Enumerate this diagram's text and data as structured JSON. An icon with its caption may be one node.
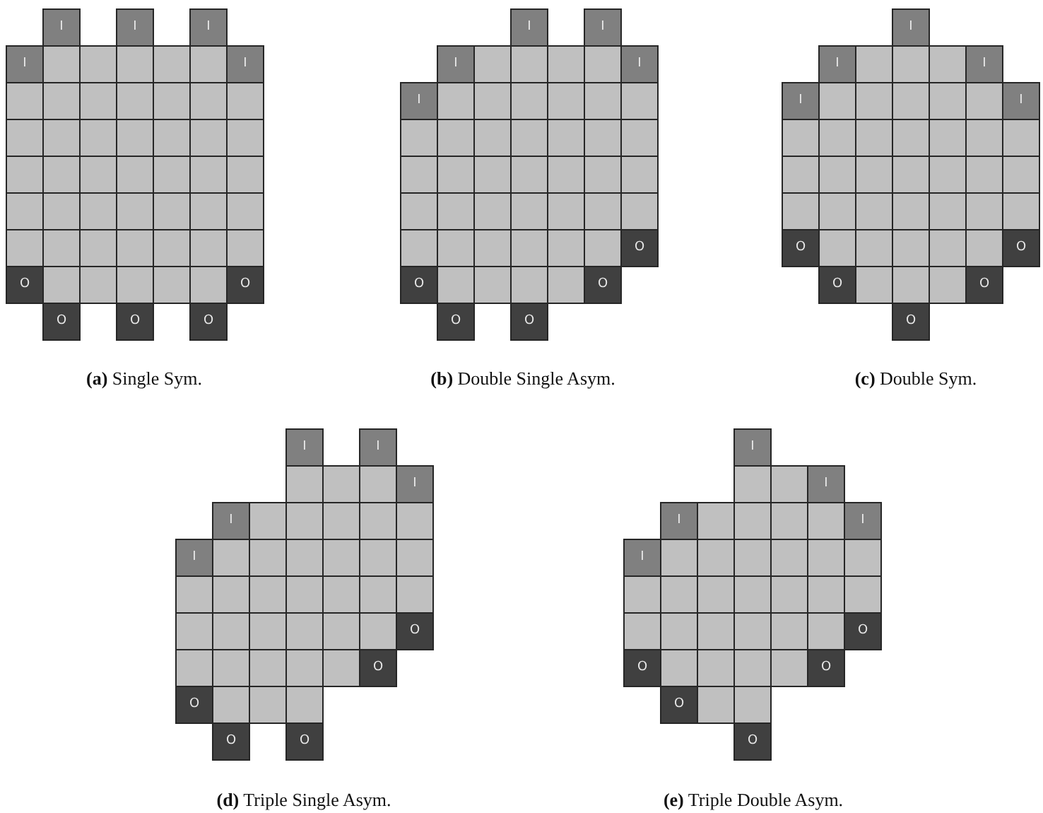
{
  "diagram": {
    "nodes": [
      {
        "text": [
          "I"
        ]
      },
      {
        "text": [
          "I"
        ]
      },
      {
        "text": [
          "I"
        ]
      },
      {
        "text": [
          "I"
        ]
      },
      {
        "text": [],
        "shape": "box"
      },
      {
        "text": [],
        "shape": "box"
      },
      {
        "text": [],
        "shape": "box"
      },
      {
        "text": [],
        "shape": "box"
      },
      {
        "text": [],
        "shape": "box"
      },
      {
        "text": [
          "I"
        ]
      },
      {
        "text": [],
        "shape": "box"
      },
      {
        "text": [],
        "shape": "box"
      },
      {
        "text": [],
        "shape": "box"
      },
      {
        "text": [],
        "shape": "box"
      },
      {
        "text": [],
        "shape": "box"
      },
      {
        "text": [],
        "shape": "box"
      },
      {
        "text": [],
        "shape": "box"
      },
      {
        "text": [],
        "shape": "box"
      },
      {
        "text": [],
        "shape": "box"
      },
      {
        "text": [],
        "shape": "box"
      },
      {
        "text": [],
        "shape": "box"
      },
      {
        "text": [],
        "shape": "box"
      },
      {
        "text": [],
        "shape": "box"
      },
      {
        "text": [],
        "shape": "box"
      },
      {
        "text": [],
        "shape": "box"
      },
      {
        "text": [],
        "shape": "box"
      },
      {
        "text": [],
        "shape": "box"
      },
      {
        "text": [],
        "shape": "box"
      },
      {
        "text": [],
        "shape": "box"
      },
      {
        "text": [],
        "shape": "box"
      },
      {
        "text": [],
        "shape": "box"
      },
      {
        "text": [],
        "shape": "box"
      },
      {
        "text": [],
        "shape": "box"
      },
      {
        "text": [],
        "shape": "box"
      },
      {
        "text": [],
        "shape": "box"
      },
      {
        "text": [],
        "shape": "box"
      },
      {
        "text": [],
        "shape": "box"
      },
      {
        "text": [],
        "shape": "box"
      },
      {
        "text": [],
        "shape": "box"
      },
      {
        "text": [],
        "shape": "box"
      },
      {
        "text": [],
        "shape": "box"
      },
      {
        "text": [],
        "shape": "box"
      },
      {
        "text": [],
        "shape": "box"
      },
      {
        "text": [],
        "shape": "box"
      },
      {
        "text": [],
        "shape": "box"
      },
      {
        "text": [
          "O"
        ]
      },
      {
        "text": [],
        "shape": "box"
      },
      {
        "text": [],
        "shape": "box"
      },
      {
        "text": [],
        "shape": "box"
      },
      {
        "text": [],
        "shape": "box"
      },
      {
        "text": [],
        "shape": "box"
      },
      {
        "text": [
          "O"
        ]
      },
      {
        "text": [
          "O"
        ]
      },
      {
        "text": [
          "O"
        ]
      },
      {
        "text": [
          "O"
        ]
      },
      {
        "text": [
          "I"
        ]
      },
      {
        "text": [
          "I"
        ]
      },
      {
        "text": [
          "I"
        ]
      },
      {
        "text": [],
        "shape": "box"
      },
      {
        "text": [],
        "shape": "box"
      },
      {
        "text": [],
        "shape": "box"
      },
      {
        "text": [],
        "shape": "box"
      },
      {
        "text": [
          "I"
        ]
      },
      {
        "text": [
          "I"
        ]
      },
      {
        "text": [],
        "shape": "box"
      },
      {
        "text": [],
        "shape": "box"
      },
      {
        "text": [],
        "shape": "box"
      },
      {
        "text": [],
        "shape": "box"
      },
      {
        "text": [],
        "shape": "box"
      },
      {
        "text": [],
        "shape": "box"
      },
      {
        "text": [],
        "shape": "box"
      },
      {
        "text": [],
        "shape": "box"
      },
      {
        "text": [],
        "shape": "box"
      },
      {
        "text": [],
        "shape": "box"
      },
      {
        "text": [],
        "shape": "box"
      },
      {
        "text": [],
        "shape": "box"
      },
      {
        "text": [],
        "shape": "box"
      },
      {
        "text": [],
        "shape": "box"
      },
      {
        "text": [],
        "shape": "box"
      },
      {
        "text": [],
        "shape": "box"
      },
      {
        "text": [],
        "shape": "box"
      },
      {
        "text": [],
        "shape": "box"
      },
      {
        "text": [],
        "shape": "box"
      },
      {
        "text": [],
        "shape": "box"
      },
      {
        "text": [],
        "shape": "box"
      },
      {
        "text": [],
        "shape": "box"
      },
      {
        "text": [],
        "shape": "box"
      },
      {
        "text": [],
        "shape": "box"
      },
      {
        "text": [],
        "shape": "box"
      },
      {
        "text": [],
        "shape": "box"
      },
      {
        "text": [],
        "shape": "box"
      },
      {
        "text": [],
        "shape": "box"
      },
      {
        "text": [],
        "shape": "box"
      },
      {
        "text": [],
        "shape": "box"
      },
      {
        "text": [],
        "shape": "box"
      },
      {
        "text": [],
        "shape": "box"
      },
      {
        "text": [],
        "shape": "box"
      },
      {
        "text": [
          "O"
        ]
      },
      {
        "text": [
          "O"
        ]
      },
      {
        "text": [],
        "shape": "box"
      },
      {
        "text": [],
        "shape": "box"
      },
      {
        "text": [],
        "shape": "box"
      },
      {
        "text": [],
        "shape": "box"
      },
      {
        "text": [
          "O"
        ]
      },
      {
        "text": [
          "O"
        ]
      },
      {
        "text": [
          "O"
        ]
      },
      {
        "text": [
          "I"
        ]
      },
      {
        "text": [
          "I"
        ]
      },
      {
        "text": [],
        "shape": "box"
      },
      {
        "text": [],
        "shape": "box"
      },
      {
        "text": [],
        "shape": "box"
      },
      {
        "text": [
          "I"
        ]
      },
      {
        "text": [
          "I"
        ]
      },
      {
        "text": [],
        "shape": "box"
      },
      {
        "text": [],
        "shape": "box"
      },
      {
        "text": [],
        "shape": "box"
      },
      {
        "text": [],
        "shape": "box"
      },
      {
        "text": [],
        "shape": "box"
      },
      {
        "text": [
          "I"
        ]
      },
      {
        "text": [],
        "shape": "box"
      },
      {
        "text": [],
        "shape": "box"
      },
      {
        "text": [],
        "shape": "box"
      },
      {
        "text": [],
        "shape": "box"
      },
      {
        "text": [],
        "shape": "box"
      },
      {
        "text": [],
        "shape": "box"
      },
      {
        "text": [],
        "shape": "box"
      },
      {
        "text": [],
        "shape": "box"
      },
      {
        "text": [],
        "shape": "box"
      },
      {
        "text": [],
        "shape": "box"
      },
      {
        "text": [],
        "shape": "box"
      },
      {
        "text": [],
        "shape": "box"
      },
      {
        "text": [],
        "shape": "box"
      },
      {
        "text": [],
        "shape": "box"
      },
      {
        "text": [],
        "shape": "box"
      },
      {
        "text": [],
        "shape": "box"
      },
      {
        "text": [],
        "shape": "box"
      },
      {
        "text": [],
        "shape": "box"
      },
      {
        "text": [],
        "shape": "box"
      },
      {
        "text": [],
        "shape": "box"
      },
      {
        "text": [],
        "shape": "box"
      },
      {
        "text": [
          "O"
        ]
      },
      {
        "text": [],
        "shape": "box"
      },
      {
        "text": [],
        "shape": "box"
      },
      {
        "text": [],
        "shape": "box"
      },
      {
        "text": [],
        "shape": "box"
      },
      {
        "text": [],
        "shape": "box"
      },
      {
        "text": [
          "O"
        ]
      },
      {
        "text": [
          "O"
        ]
      },
      {
        "text": [],
        "shape": "box"
      },
      {
        "text": [],
        "shape": "box"
      },
      {
        "text": [],
        "shape": "box"
      },
      {
        "text": [
          "O"
        ]
      },
      {
        "text": [
          "O"
        ]
      },
      {
        "text": [
          "I"
        ]
      },
      {
        "text": [
          "I"
        ]
      },
      {
        "text": [],
        "shape": "box"
      },
      {
        "text": [],
        "shape": "box"
      },
      {
        "text": [],
        "shape": "box"
      },
      {
        "text": [
          "I"
        ]
      },
      {
        "text": [
          "I"
        ]
      },
      {
        "text": [],
        "shape": "box"
      },
      {
        "text": [],
        "shape": "box"
      },
      {
        "text": [],
        "shape": "box"
      },
      {
        "text": [],
        "shape": "box"
      },
      {
        "text": [],
        "shape": "box"
      },
      {
        "text": [
          "I"
        ]
      },
      {
        "text": [],
        "shape": "box"
      },
      {
        "text": [],
        "shape": "box"
      },
      {
        "text": [],
        "shape": "box"
      },
      {
        "text": [],
        "shape": "box"
      },
      {
        "text": [],
        "shape": "box"
      },
      {
        "text": [],
        "shape": "box"
      },
      {
        "text": [],
        "shape": "box"
      },
      {
        "text": [],
        "shape": "box"
      },
      {
        "text": [],
        "shape": "box"
      },
      {
        "text": [],
        "shape": "box"
      },
      {
        "text": [],
        "shape": "box"
      },
      {
        "text": [],
        "shape": "box"
      },
      {
        "text": [],
        "shape": "box"
      },
      {
        "text": [],
        "shape": "box"
      },
      {
        "text": [],
        "shape": "box"
      },
      {
        "text": [],
        "shape": "box"
      },
      {
        "text": [],
        "shape": "box"
      },
      {
        "text": [],
        "shape": "box"
      },
      {
        "text": [],
        "shape": "box"
      },
      {
        "text": [
          "O"
        ]
      },
      {
        "text": [],
        "shape": "box"
      },
      {
        "text": [],
        "shape": "box"
      },
      {
        "text": [],
        "shape": "box"
      },
      {
        "text": [],
        "shape": "box"
      },
      {
        "text": [],
        "shape": "box"
      },
      {
        "text": [
          "O"
        ]
      },
      {
        "text": [
          "O"
        ]
      },
      {
        "text": [],
        "shape": "box"
      },
      {
        "text": [],
        "shape": "box"
      },
      {
        "text": [],
        "shape": "box"
      },
      {
        "text": [
          "O"
        ]
      },
      {
        "text": [
          "O"
        ]
      },
      {
        "text": [
          "I"
        ]
      },
      {
        "text": [],
        "shape": "box"
      },
      {
        "text": [],
        "shape": "box"
      },
      {
        "text": [
          "I"
        ]
      },
      {
        "text": [
          "I"
        ]
      },
      {
        "text": [],
        "shape": "box"
      },
      {
        "text": [],
        "shape": "box"
      },
      {
        "text": [],
        "shape": "box"
      },
      {
        "text": [],
        "shape": "box"
      },
      {
        "text": [
          "I"
        ]
      },
      {
        "text": [
          "I"
        ]
      },
      {
        "text": [],
        "shape": "box"
      },
      {
        "text": [],
        "shape": "box"
      },
      {
        "text": [],
        "shape": "box"
      },
      {
        "text": [],
        "shape": "box"
      },
      {
        "text": [],
        "shape": "box"
      },
      {
        "text": [],
        "shape": "box"
      },
      {
        "text": [],
        "shape": "box"
      },
      {
        "text": [],
        "shape": "box"
      },
      {
        "text": [],
        "shape": "box"
      },
      {
        "text": [],
        "shape": "box"
      },
      {
        "text": [],
        "shape": "box"
      },
      {
        "text": [],
        "shape": "box"
      },
      {
        "text": [],
        "shape": "box"
      },
      {
        "text": [],
        "shape": "box"
      },
      {
        "text": [],
        "shape": "box"
      },
      {
        "text": [],
        "shape": "box"
      },
      {
        "text": [],
        "shape": "box"
      },
      {
        "text": [],
        "shape": "box"
      },
      {
        "text": [],
        "shape": "box"
      },
      {
        "text": [
          "O"
        ]
      },
      {
        "text": [
          "O"
        ]
      },
      {
        "text": [],
        "shape": "box"
      },
      {
        "text": [],
        "shape": "box"
      },
      {
        "text": [],
        "shape": "box"
      },
      {
        "text": [],
        "shape": "box"
      },
      {
        "text": [
          "O"
        ]
      },
      {
        "text": [
          "O"
        ]
      },
      {
        "text": [],
        "shape": "box"
      },
      {
        "text": [],
        "shape": "box"
      },
      {
        "text": [
          "O"
        ]
      }
    ],
    "labels": [
      "**(a)** Single Sym.",
      "**(b)** Double Single Asym.",
      "**(c)** Double Sym.",
      "**(d)** Triple Single Asym.",
      "**(e)** Triple Double Asym."
    ]
  }
}
